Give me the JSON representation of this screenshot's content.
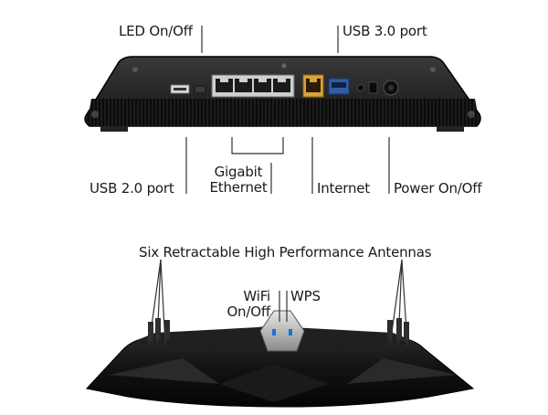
{
  "back_panel": {
    "top_labels": {
      "led": "LED On/Off",
      "usb3": "USB 3.0 port"
    },
    "bottom_labels": {
      "usb2": "USB 2.0 port",
      "gigabit_line1": "Gigabit",
      "gigabit_line2": "Ethernet",
      "internet": "Internet",
      "power": "Power On/Off"
    }
  },
  "front_view": {
    "antennas_label": "Six Retractable High Performance Antennas",
    "wifi_line1": "WiFi",
    "wifi_line2": "On/Off",
    "wps": "WPS"
  },
  "colors": {
    "router_body": "#1b1b1b",
    "internet_port": "#d9a23a",
    "usb3_port": "#2f5da8",
    "line": "#333333"
  }
}
